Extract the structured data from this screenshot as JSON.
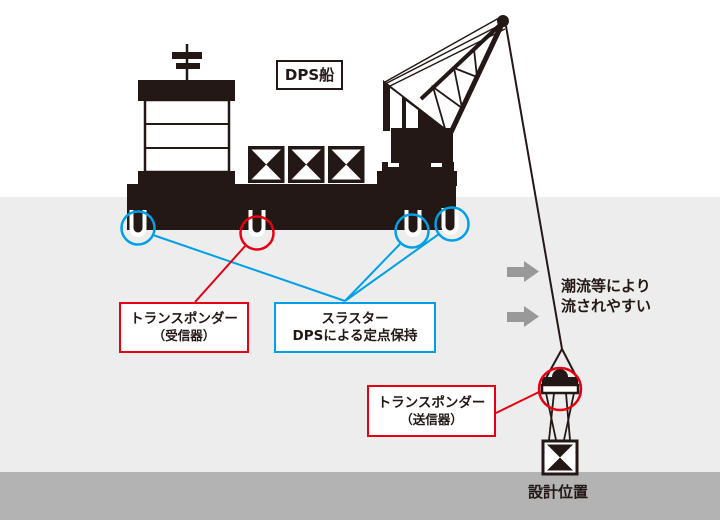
{
  "ship_label": {
    "text": "DPS船"
  },
  "callouts": {
    "receiver": {
      "line1": "トランスポンダー",
      "line2": "（受信器）"
    },
    "thrusters": {
      "line1": "スラスター",
      "line2": "DPSによる定点保持"
    },
    "transmitter": {
      "line1": "トランスポンダー",
      "line2": "（送信器）"
    }
  },
  "annotations": {
    "current": {
      "line1": "潮流等により",
      "line2": "流されやすい"
    },
    "target_position": {
      "text": "設計位置"
    }
  },
  "icons": {
    "ship": "dps-vessel-silhouette",
    "crane": "crane-silhouette",
    "cargo": "cargo-hatch",
    "thruster": "azimuth-thruster",
    "current_arrow": "right-arrow",
    "marker_receiver": "red-circle-marker",
    "marker_thruster": "blue-circle-marker",
    "marker_transmitter": "red-circle-marker",
    "load": "subsea-structure"
  },
  "colors": {
    "ink": "#231815",
    "red": "#e60012",
    "blue": "#00a0e9",
    "water": "#ededed",
    "seabed": "#b3b3b3",
    "arrow_gray": "#999999",
    "paper": "#ffffff"
  }
}
